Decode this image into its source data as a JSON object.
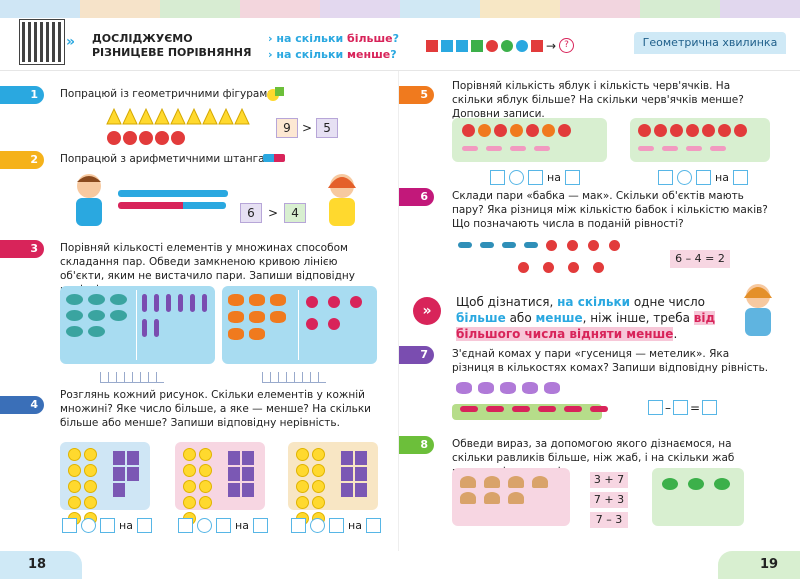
{
  "header": {
    "title": "ДОСЛІДЖУЄМО РІЗНИЦЕВЕ ПОРІВНЯННЯ",
    "more_prefix": "на скільки ",
    "more_word": "більше",
    "less_prefix": "на скільки ",
    "less_word": "менше",
    "q_mark": "?",
    "geo_label": "Геометрична хвилинка",
    "geo_question": "?"
  },
  "tasks": {
    "t1": {
      "num": "1",
      "text": "Попрацюй із геометричними фігурами.",
      "a": "9",
      "sign": ">",
      "b": "5"
    },
    "t2": {
      "num": "2",
      "text": "Попрацюй з арифметичними штангами.",
      "a": "6",
      "sign": ">",
      "b": "4"
    },
    "t3": {
      "num": "3",
      "text": "Порівняй кількості елементів у множинах способом складання пар. Обведи замкненою кривою лінією об'єкти, яким не вистачило пари. Запиши відповідну нерівність."
    },
    "t4": {
      "num": "4",
      "text": "Розглянь кожний рисунок. Скільки елементів у кожній множині? Яке число більше, а яке — менше? На скільки більше або менше? Запиши відповідну нерівність.",
      "na": "на"
    },
    "t5": {
      "num": "5",
      "text": "Порівняй кількість яблук і кількість черв'ячків. На скільки яблук більше? На скільки черв'ячків менше? Доповни записи.",
      "na": "на"
    },
    "t6": {
      "num": "6",
      "text": "Склади пари «бабка — мак». Скільки об'єктів мають пару? Яка різниця між кількістю бабок і кількістю маків? Що позначають числа в поданій рівності?",
      "equation": "6 – 4 = 2"
    },
    "rule": {
      "p1": "Щоб дізнатися, ",
      "p2": "на скільки",
      "p3": " одне число ",
      "p4": "більше",
      "p5": " або ",
      "p6": "менше",
      "p7": ", ніж інше, треба ",
      "p8": "від більшого числа відняти менше",
      "p9": "."
    },
    "t7": {
      "num": "7",
      "text": "З'єднай комах у пари «гусениця — метелик». Яка різниця в кількостях комах? Запиши відповідну рівність.",
      "minus": "–",
      "eq": "="
    },
    "t8": {
      "num": "8",
      "text": "Обведи вираз, за допомогою якого дізнаємося, на скільки равликів більше, ніж жаб, і на скільки жаб менше, ніж равликів.",
      "expr1": "3 + 7",
      "expr2": "7 + 3",
      "expr3": "7 – 3"
    }
  },
  "footer": {
    "left_page": "18",
    "right_page": "19"
  },
  "colors": {
    "pill1": "#2aa8e0",
    "pill2": "#f5b21a",
    "pill3": "#d8245a",
    "pill4": "#3a6fb8",
    "pill5": "#f07a1e",
    "pill6": "#c2187a",
    "pill7": "#7a4db0",
    "pill8": "#6cbf3a"
  }
}
